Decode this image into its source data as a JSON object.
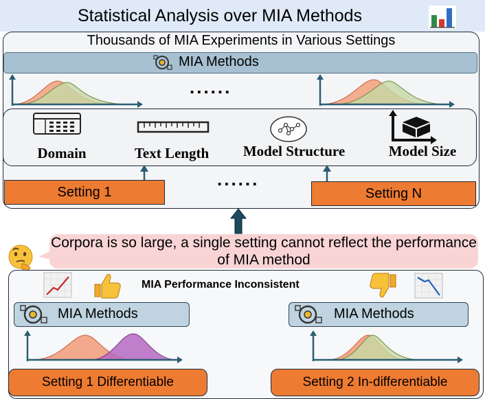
{
  "title": "Statistical Analysis over MIA Methods",
  "top_panel": {
    "subtitle": "Thousands of MIA Experiments in Various Settings",
    "methods_label": "MIA Methods",
    "ellipsis": "......",
    "dimensions": [
      {
        "label": "Domain",
        "icon": "table-icon"
      },
      {
        "label": "Text Length",
        "icon": "ruler-icon"
      },
      {
        "label": "Model Structure",
        "icon": "network-icon"
      },
      {
        "label": "Model Size",
        "icon": "box-size-icon"
      }
    ],
    "settings": [
      "Setting 1",
      "Setting N"
    ],
    "settings_ellipsis": "......"
  },
  "bubble_text": "Corpora is so large, a single setting  cannot reflect the performance of MIA method",
  "lower_panel": {
    "heading": "MIA Performance Inconsistent",
    "left_methods": "MIA Methods",
    "right_methods": "MIA Methods",
    "left_setting": "Setting 1 Differentiable",
    "right_setting": "Setting 2 In-differentiable"
  },
  "colors": {
    "orange": "#ee7b32",
    "methods_bar": "#a7c1d2",
    "bubble": "#f9d4d4",
    "arrow": "#2b5d73",
    "curve_orange": "#f2a07f",
    "curve_green": "#c6d8a5",
    "curve_purple": "#b56ac1"
  }
}
